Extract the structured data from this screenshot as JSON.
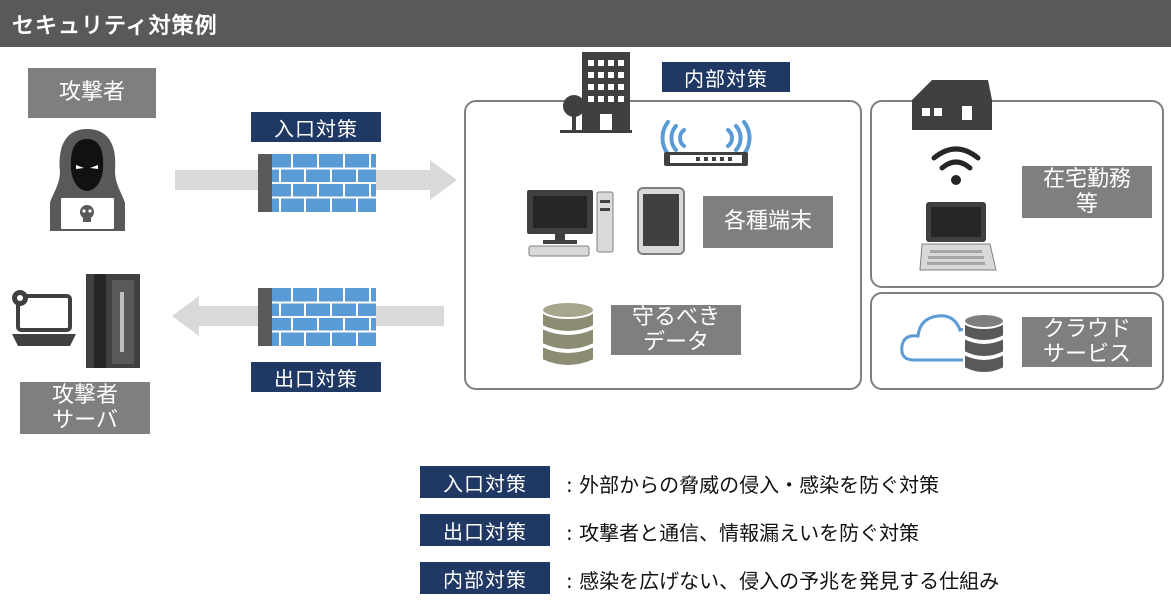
{
  "header": {
    "title": "セキュリティ対策例"
  },
  "attacker": {
    "label": "攻撃者"
  },
  "attacker_server": {
    "label_line1": "攻撃者",
    "label_line2": "サーバ"
  },
  "entry_measures": {
    "label": "入口対策"
  },
  "exit_measures": {
    "label": "出口対策"
  },
  "internal_panel": {
    "tag": "内部対策",
    "devices_label": "各種端末",
    "data_label_line1": "守るべき",
    "data_label_line2": "データ"
  },
  "telework_panel": {
    "label_line1": "在宅勤務",
    "label_line2": "等"
  },
  "cloud_panel": {
    "label_line1": "クラウド",
    "label_line2": "サービス"
  },
  "legend": [
    {
      "tag": "入口対策",
      "text": ": 外部からの脅威の侵入・感染を防ぐ対策"
    },
    {
      "tag": "出口対策",
      "text": ": 攻撃者と通信、情報漏えいを防ぐ対策"
    },
    {
      "tag": "内部対策",
      "text": ": 感染を広げない、侵入の予兆を発見する仕組み"
    }
  ],
  "colors": {
    "header_bg": "#595959",
    "label_gray": "#7f7f7f",
    "navy": "#1f3864",
    "firewall_blue": "#5b9bd5",
    "cloud_blue": "#5b9bd5",
    "arrow_gray": "#d9d9d9"
  },
  "icons": [
    "hacker-icon",
    "laptop-skull-icon",
    "server-tower-icon",
    "firewall-icon",
    "office-building-icon",
    "wifi-router-icon",
    "desktop-pc-icon",
    "tablet-icon",
    "database-icon",
    "house-icon",
    "wifi-icon",
    "laptop-icon",
    "cloud-icon"
  ]
}
